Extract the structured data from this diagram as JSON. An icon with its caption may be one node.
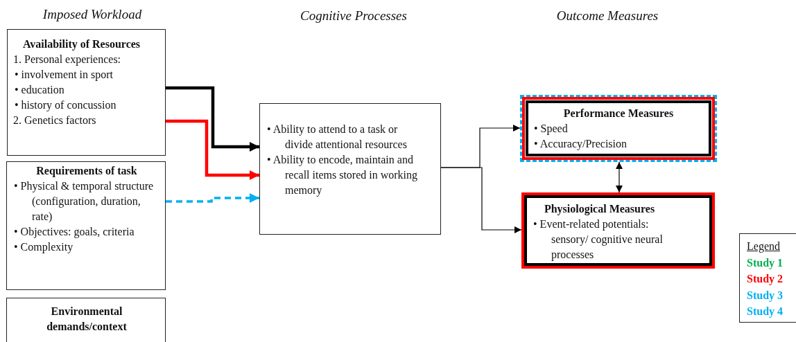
{
  "diagram": {
    "nodes": [
      {
        "text": [
          "Availability of Resources",
          "1. Personal experiences:",
          "• involvement in sport",
          "• education",
          "• history of concussion",
          "2. Genetics factors"
        ]
      },
      {
        "text": [
          "Requirements of task",
          "• Physical & temporal structure (configuration, duration, rate)",
          "• Objectives: goals, criteria",
          "• Complexity"
        ]
      },
      {
        "text": [
          "Environmental demands/context"
        ]
      },
      {
        "text": [
          "• Ability to attend to a task or divide attentional resources",
          "• Ability to encode, maintain and recall items stored in working memory"
        ]
      },
      {
        "text": [
          "Performance Measures",
          "• Speed",
          "• Accuracy/Precision"
        ]
      },
      {
        "text": [
          "Physiological Measures",
          "• Event-related potentials: sensory/ cognitive neural processes"
        ]
      }
    ],
    "edges": [
      {
        "from": 0,
        "to": 3,
        "arrow": "to",
        "style": "thick"
      },
      {
        "from": 0,
        "to": 3,
        "arrow": "to",
        "style": "thick",
        "color": "#ff0000"
      },
      {
        "from": 1,
        "to": 3,
        "arrow": "to",
        "style": "dashed",
        "color": "#00b0f0"
      },
      {
        "from": 3,
        "to": 4,
        "arrow": "to"
      },
      {
        "from": 3,
        "to": 5,
        "arrow": "to"
      },
      {
        "from": 4,
        "to": 5,
        "arrow": "both"
      }
    ],
    "labels": [
      "Imposed Workload",
      "Cognitive Processes",
      "Outcome Measures",
      "Legend"
    ],
    "legend": [
      {
        "text": "Study 1",
        "color": "#00b050"
      },
      {
        "text": "Study 2",
        "color": "#ff0000"
      },
      {
        "text": "Study 3",
        "color": "#00b0f0"
      },
      {
        "text": "Study 4",
        "color": "#00b0f0"
      }
    ]
  }
}
